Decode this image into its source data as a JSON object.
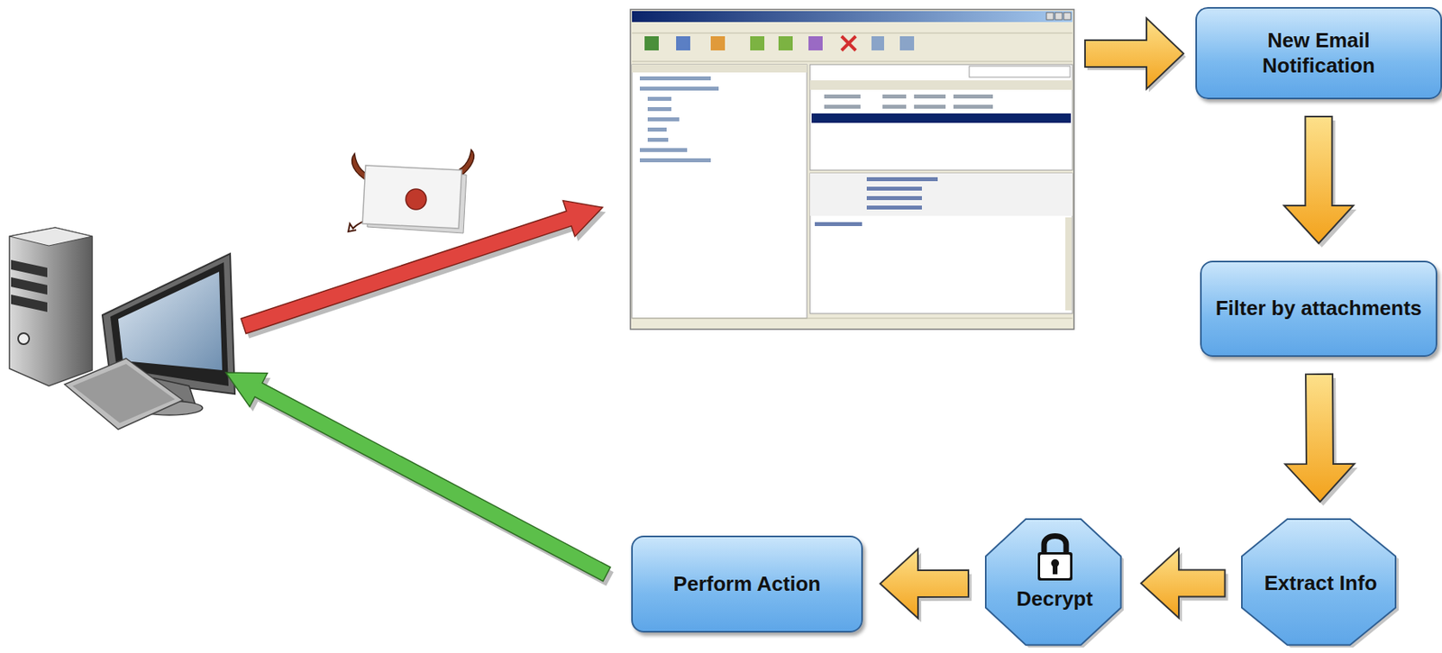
{
  "diagram": {
    "nodes": [
      {
        "text": [
          "New Email Notification"
        ]
      },
      {
        "text": [
          "Filter by attachments"
        ]
      },
      {
        "text": [
          "Extract Info"
        ]
      },
      {
        "text": [
          "Decrypt"
        ]
      },
      {
        "text": [
          "Perform Action"
        ]
      }
    ],
    "edges": [
      {
        "from": 0,
        "to": 1,
        "arrow": "to"
      },
      {
        "from": 1,
        "to": 2,
        "arrow": "to"
      },
      {
        "from": 2,
        "to": 3,
        "arrow": "to"
      },
      {
        "from": 3,
        "to": 4,
        "arrow": "to"
      }
    ]
  }
}
